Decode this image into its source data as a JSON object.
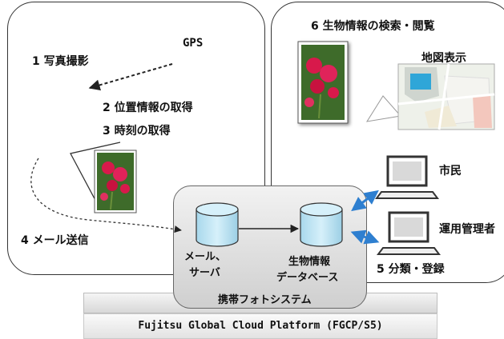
{
  "steps": {
    "capture": "1 写真撮影",
    "gps": "GPS",
    "location": "2 位置情報の取得",
    "time": "3 時刻の取得",
    "mail": "4 メール送信",
    "classify": "5 分類・登録",
    "search": "6 生物情報の検索・閲覧"
  },
  "labels": {
    "map": "地図表示",
    "citizen": "市民",
    "admin": "運用管理者",
    "mail_server_1": "メール、",
    "mail_server_2": "サーバ",
    "bio_db_1": "生物情報",
    "bio_db_2": "データベース",
    "system": "携帯フォトシステム",
    "platform": "Fujitsu Global Cloud Platform (FGCP/S5)"
  },
  "colors": {
    "cylinder": "#bfe4f2",
    "arrow_blue": "#2e7fd0",
    "flower": "#d8194b",
    "foliage": "#3e6b2a"
  }
}
